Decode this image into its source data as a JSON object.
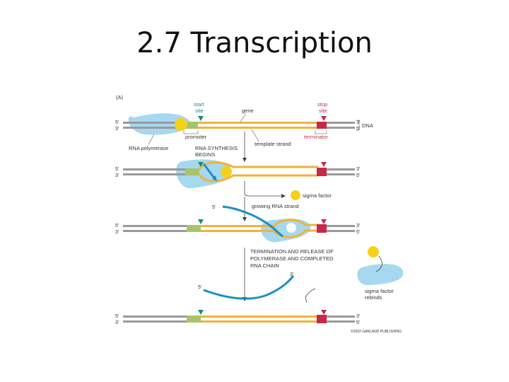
{
  "slide": {
    "title": "2.7 Transcription"
  },
  "figure": {
    "panel_label": "(A)",
    "labels": {
      "start_site": [
        "start",
        "site"
      ],
      "stop_site": [
        "stop",
        "site"
      ],
      "gene": "gene",
      "dna": "DNA",
      "promoter": "promoter",
      "terminator": "terminator",
      "template_strand": "template strand",
      "rna_polymerase": "RNA polymerase",
      "rna_synthesis_begins": [
        "RNA SYNTHESIS",
        "BEGINS"
      ],
      "sigma_factor": "sigma factor",
      "growing_rna_strand": "growing RNA strand",
      "termination": [
        "TERMINATION AND RELEASE OF",
        "POLYMERASE AND COMPLETED",
        "RNA CHAIN"
      ],
      "sigma_factor_rebinds": [
        "sigma factor",
        "rebinds"
      ],
      "five_prime": "5'",
      "three_prime": "3'",
      "credit": "©2002 GARLAND PUBLISHING"
    },
    "colors": {
      "gene_orange": "#f0b23c",
      "dna_grey": "#9a9a9a",
      "promoter_green": "#a8c46a",
      "terminator_red": "#c8284a",
      "polymerase_blue": "#a6d8ef",
      "rna_blue": "#1a8fc0",
      "sigma_yellow": "#f5d21a",
      "marker_teal": "#1a8a7a"
    }
  }
}
